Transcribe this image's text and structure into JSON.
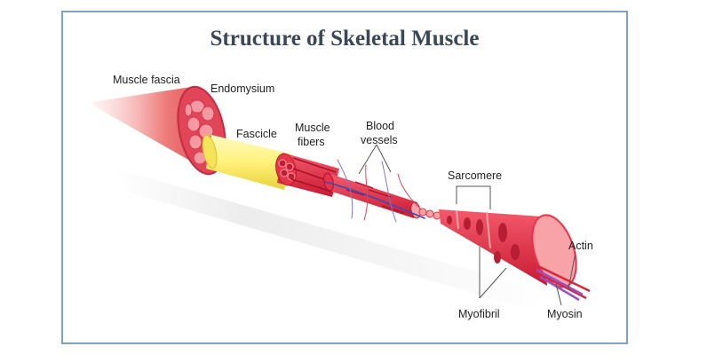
{
  "title": "Structure of Skeletal Muscle",
  "labels": {
    "muscle_fascia": "Muscle fascia",
    "endomysium": "Endomysium",
    "fascicle": "Fascicle",
    "muscle_fibers_1": "Muscle",
    "muscle_fibers_2": "fibers",
    "blood_vessels_1": "Blood",
    "blood_vessels_2": "vessels",
    "sarcomere": "Sarcomere",
    "actin": "Actin",
    "myofibril": "Myofibril",
    "myosin": "Myosin"
  },
  "colors": {
    "frame": "#7ea3c8",
    "title": "#3a4756",
    "muscle_red": "#e8344a",
    "muscle_pink": "#f7a3a8",
    "fascicle_yellow": "#fff27a",
    "vessel_blue": "#3c4bb8",
    "actin_red": "#d5283a",
    "myosin_purple": "#9b4fc7"
  }
}
